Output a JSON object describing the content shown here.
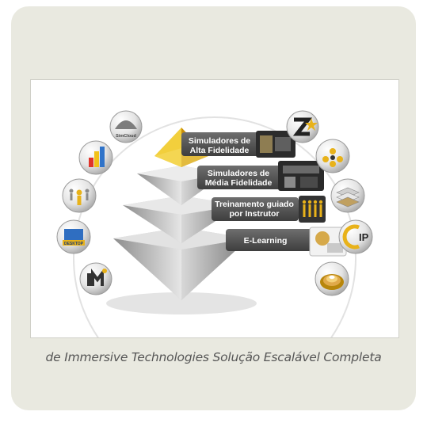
{
  "caption": "de Immersive Technologies Solução Escalável Completa",
  "pyramid": {
    "levels": [
      {
        "line1": "Simuladores de",
        "line2": "Alta Fidelidade"
      },
      {
        "line1": "Simuladores de",
        "line2": "Média Fidelidade"
      },
      {
        "line1": "Treinamento guiado",
        "line2": "por Instrutor"
      },
      {
        "line1": "E-Learning",
        "line2": ""
      }
    ]
  },
  "icons": {
    "simcloud_text": "SimCloud",
    "desktop_text": "DESKTOP",
    "ip_text": "IP"
  },
  "colors": {
    "card_bg": "#e9e9e0",
    "label_bar": "#5a5a5a",
    "pyramid_top": "#e8b21a",
    "pyramid_silver": "#b8b8b8",
    "caption": "#555555"
  }
}
